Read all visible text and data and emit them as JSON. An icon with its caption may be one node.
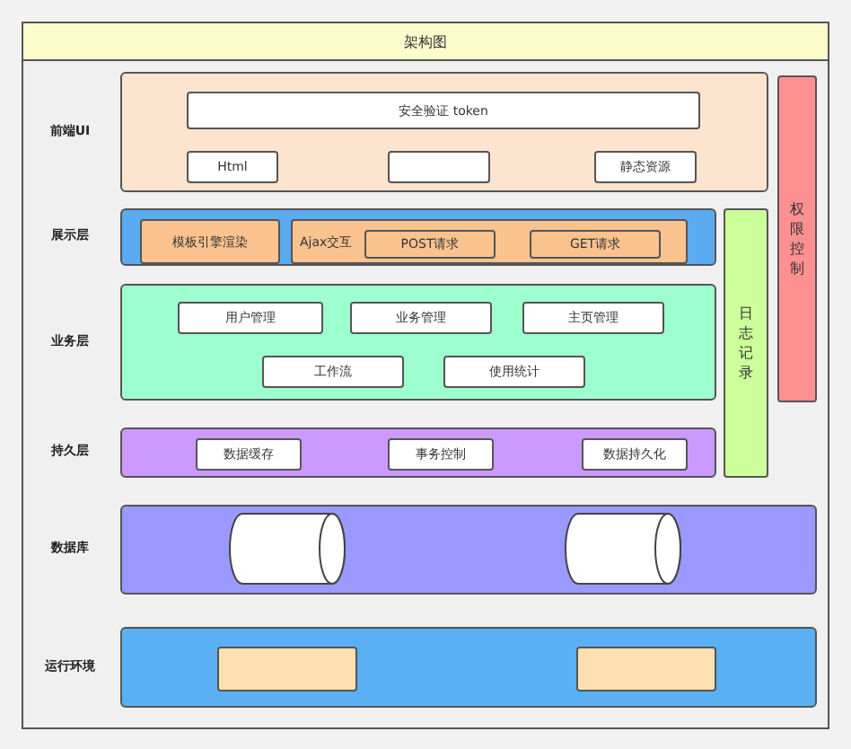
{
  "diagram": {
    "nodes": [
      {
        "text": [
          "架构图"
        ]
      },
      {
        "text": [],
        "shape": "box",
        "in": 0,
        "beside": [
          "前端UI"
        ]
      },
      {
        "text": [
          "安全验证 token"
        ],
        "in": 1
      },
      {
        "text": [
          "Html"
        ],
        "in": 1
      },
      {
        "text": [],
        "shape": "box",
        "in": 1
      },
      {
        "text": [
          "静态资源"
        ],
        "in": 1
      },
      {
        "text": [],
        "shape": "box",
        "in": 0,
        "beside": [
          "展示层"
        ]
      },
      {
        "text": [
          "模板引擎渲染"
        ],
        "in": 6
      },
      {
        "text": [
          "Ajax交互"
        ],
        "in": 6
      },
      {
        "text": [
          "POST请求"
        ],
        "in": 8
      },
      {
        "text": [
          "GET请求"
        ],
        "in": 8
      },
      {
        "text": [],
        "shape": "box",
        "in": 0,
        "beside": [
          "业务层"
        ]
      },
      {
        "text": [
          "用户管理"
        ],
        "in": 11
      },
      {
        "text": [
          "业务管理"
        ],
        "in": 11
      },
      {
        "text": [
          "主页管理"
        ],
        "in": 11
      },
      {
        "text": [
          "工作流"
        ],
        "in": 11
      },
      {
        "text": [
          "使用统计"
        ],
        "in": 11
      },
      {
        "text": [],
        "shape": "box",
        "in": 0,
        "beside": [
          "持久层"
        ]
      },
      {
        "text": [
          "数据缓存"
        ],
        "in": 17
      },
      {
        "text": [
          "事务控制"
        ],
        "in": 17
      },
      {
        "text": [
          "数据持久化"
        ],
        "in": 17
      },
      {
        "text": [],
        "shape": "box",
        "in": 0,
        "beside": [
          "数据库"
        ]
      },
      {
        "text": [],
        "shape": "cylinder",
        "in": 21
      },
      {
        "text": [],
        "shape": "cylinder",
        "in": 21
      },
      {
        "text": [],
        "shape": "box",
        "in": 0,
        "beside": [
          "运行环境"
        ]
      },
      {
        "text": [],
        "shape": "box",
        "in": 24
      },
      {
        "text": [],
        "shape": "box",
        "in": 24
      },
      {
        "text": [
          "日志记录"
        ],
        "in": 0
      },
      {
        "text": [
          "权限控制"
        ],
        "in": 0
      }
    ]
  }
}
